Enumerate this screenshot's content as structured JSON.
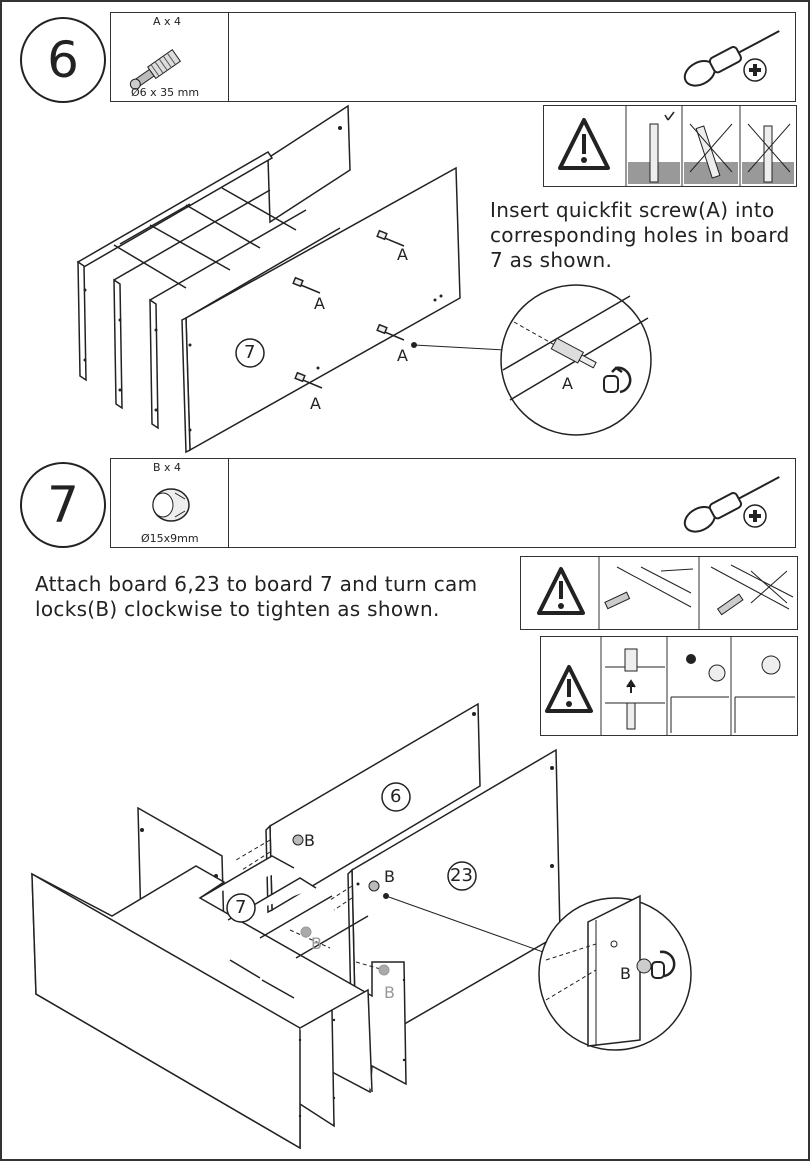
{
  "step6": {
    "number": "6",
    "part_qty": "A x 4",
    "part_size": "Ø6 x 35 mm",
    "instruction_lines": [
      "Insert quickfit screw(A) into",
      "corresponding holes in board",
      "7 as shown."
    ],
    "board_label": "7",
    "screw_label": "A",
    "detail_label": "A"
  },
  "step7": {
    "number": "7",
    "part_qty": "B x 4",
    "part_size": "Ø15x9mm",
    "instruction_lines": [
      "Attach board 6,23 to board 7  and turn cam",
      "locks(B) clockwise to tighten as shown."
    ],
    "board_labels": [
      "6",
      "23",
      "7"
    ],
    "cam_label": "B",
    "detail_label": "B"
  },
  "icons": [
    "screwdriver-icon",
    "warning-icon",
    "cross-recess-icon"
  ]
}
